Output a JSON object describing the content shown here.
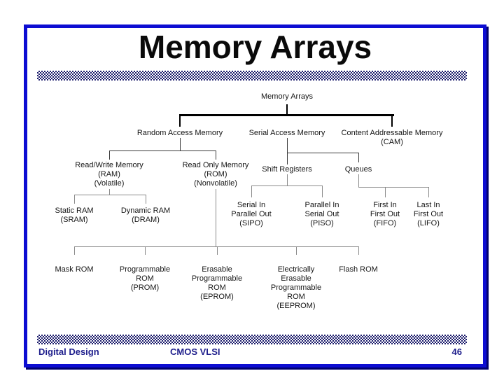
{
  "slide": {
    "title": "Memory Arrays",
    "footer": {
      "left": "Digital Design",
      "center": "CMOS VLSI",
      "page_number": "46"
    },
    "colors": {
      "border": "#0d0dd2",
      "border_shadow": "#000070",
      "hatch": "#1b1b6b",
      "footer_text": "#1e1e8c",
      "title": "#0a0a0a",
      "diagram_text": "#151515"
    }
  },
  "diagram": {
    "name": "memory-arrays-taxonomy",
    "nodes": [
      {
        "id": "root",
        "parent": null,
        "lines": [
          "Memory Arrays"
        ]
      },
      {
        "id": "ram",
        "parent": "root",
        "lines": [
          "Random Access Memory"
        ]
      },
      {
        "id": "sam",
        "parent": "root",
        "lines": [
          "Serial Access Memory"
        ]
      },
      {
        "id": "cam",
        "parent": "root",
        "lines": [
          "Content Addressable Memory",
          "(CAM)"
        ]
      },
      {
        "id": "rwm",
        "parent": "ram",
        "lines": [
          "Read/Write Memory",
          "(RAM)",
          "(Volatile)"
        ]
      },
      {
        "id": "rom",
        "parent": "ram",
        "lines": [
          "Read Only Memory",
          "(ROM)",
          "(Nonvolatile)"
        ]
      },
      {
        "id": "shift",
        "parent": "sam",
        "lines": [
          "Shift Registers"
        ]
      },
      {
        "id": "queues",
        "parent": "sam",
        "lines": [
          "Queues"
        ]
      },
      {
        "id": "sram",
        "parent": "rwm",
        "lines": [
          "Static RAM",
          "(SRAM)"
        ]
      },
      {
        "id": "dram",
        "parent": "rwm",
        "lines": [
          "Dynamic RAM",
          "(DRAM)"
        ]
      },
      {
        "id": "sipo",
        "parent": "shift",
        "lines": [
          "Serial In",
          "Parallel Out",
          "(SIPO)"
        ]
      },
      {
        "id": "piso",
        "parent": "shift",
        "lines": [
          "Parallel In",
          "Serial Out",
          "(PISO)"
        ]
      },
      {
        "id": "fifo",
        "parent": "queues",
        "lines": [
          "First In",
          "First Out",
          "(FIFO)"
        ]
      },
      {
        "id": "lifo",
        "parent": "queues",
        "lines": [
          "Last In",
          "First Out",
          "(LIFO)"
        ]
      },
      {
        "id": "mask_rom",
        "parent": "rom",
        "lines": [
          "Mask ROM"
        ]
      },
      {
        "id": "prom",
        "parent": "rom",
        "lines": [
          "Programmable",
          "ROM",
          "(PROM)"
        ]
      },
      {
        "id": "eprom",
        "parent": "rom",
        "lines": [
          "Erasable",
          "Programmable",
          "ROM",
          "(EPROM)"
        ]
      },
      {
        "id": "eeprom",
        "parent": "rom",
        "lines": [
          "Electrically",
          "Erasable",
          "Programmable",
          "ROM",
          "(EEPROM)"
        ]
      },
      {
        "id": "flash_rom",
        "parent": "rom",
        "lines": [
          "Flash ROM"
        ]
      }
    ]
  }
}
